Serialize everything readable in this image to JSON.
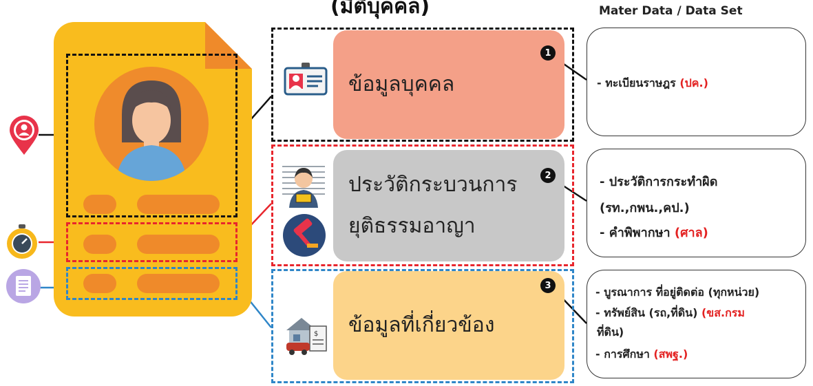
{
  "header": {
    "title": "(มิติบุคคล)",
    "master_data_title": "Mater Data / Data Set"
  },
  "categories": [
    {
      "number": "1",
      "label": "ข้อมูลบุคคล",
      "color": "#f4a088"
    },
    {
      "number": "2",
      "label_line1": "ประวัติกระบวนการ",
      "label_line2": "ยุติธรรมอาญา",
      "color": "#c8c8c8"
    },
    {
      "number": "3",
      "label": "ข้อมูลที่เกี่ยวข้อง",
      "color": "#fcd48a"
    }
  ],
  "master_data": {
    "box1": {
      "line1_prefix": "- ทะเบียนราษฎร ",
      "line1_agency": "(ปค.)"
    },
    "box2": {
      "line1": "- ประวัติการกระทำผิด",
      "line2_agency": "(รท.,กพน.,คป.)",
      "line3_prefix": "- คำพิพากษา ",
      "line3_agency": "(ศาล)"
    },
    "box3": {
      "line1": "- บูรณาการ ที่อยู่ติดต่อ (ทุกหน่วย)",
      "line2_prefix": "- ทรัพย์สิน (รถ,ที่ดิน) ",
      "line2_agency": "(ขส.กรม",
      "line3_agency": "ที่ดิน)",
      "line4_prefix": "- การศึกษา ",
      "line4_agency": "(สพฐ.)"
    }
  },
  "icons": {
    "location": "person-location-pin-icon",
    "stopwatch": "stopwatch-icon",
    "document": "document-icon",
    "id_card": "id-card-icon",
    "prisoner": "prisoner-mugshot-icon",
    "gavel": "gavel-icon",
    "property": "house-car-property-icon"
  },
  "colors": {
    "doc_yellow": "#f9bc1e",
    "doc_orange": "#ef8a2a",
    "frame_black": "#111111",
    "frame_red": "#e8262d",
    "frame_blue": "#2f86c8",
    "agency_red": "#e32222"
  }
}
